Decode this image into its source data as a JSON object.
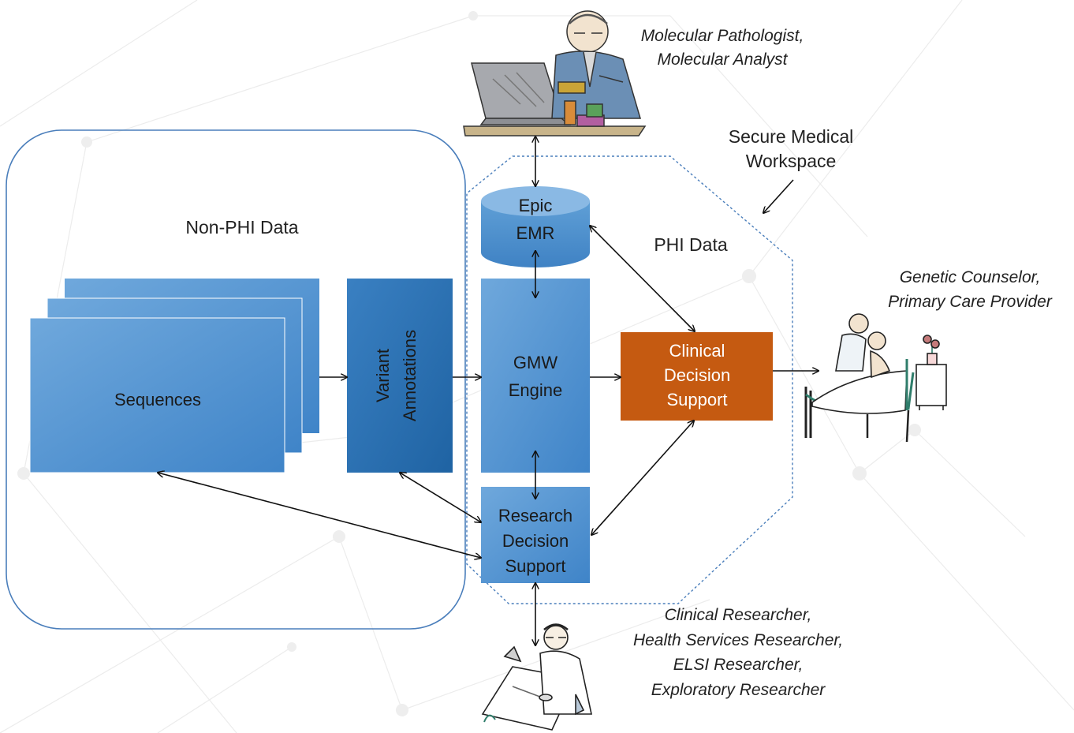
{
  "labels": {
    "non_phi": "Non-PHI Data",
    "phi": "PHI Data",
    "workspace_line1": "Secure Medical",
    "workspace_line2": "Workspace"
  },
  "nodes": {
    "sequences": "Sequences",
    "variant_line1": "Variant",
    "variant_line2": "Annotations",
    "epic_line1": "Epic",
    "epic_line2": "EMR",
    "gmw_line1": "GMW",
    "gmw_line2": "Engine",
    "cds_line1": "Clinical",
    "cds_line2": "Decision",
    "cds_line3": "Support",
    "rds_line1": "Research",
    "rds_line2": "Decision",
    "rds_line3": "Support"
  },
  "roles": {
    "pathologist_line1": "Molecular Pathologist,",
    "pathologist_line2": "Molecular Analyst",
    "counselor_line1": "Genetic Counselor,",
    "counselor_line2": "Primary Care Provider",
    "researcher_line1": "Clinical Researcher,",
    "researcher_line2": "Health Services Researcher,",
    "researcher_line3": "ELSI Researcher,",
    "researcher_line4": "Exploratory Researcher"
  },
  "colors": {
    "box_light": "#5b9bd5",
    "box_dark": "#2e75b6",
    "cds": "#c55a11",
    "outline": "#4a7ebb"
  }
}
